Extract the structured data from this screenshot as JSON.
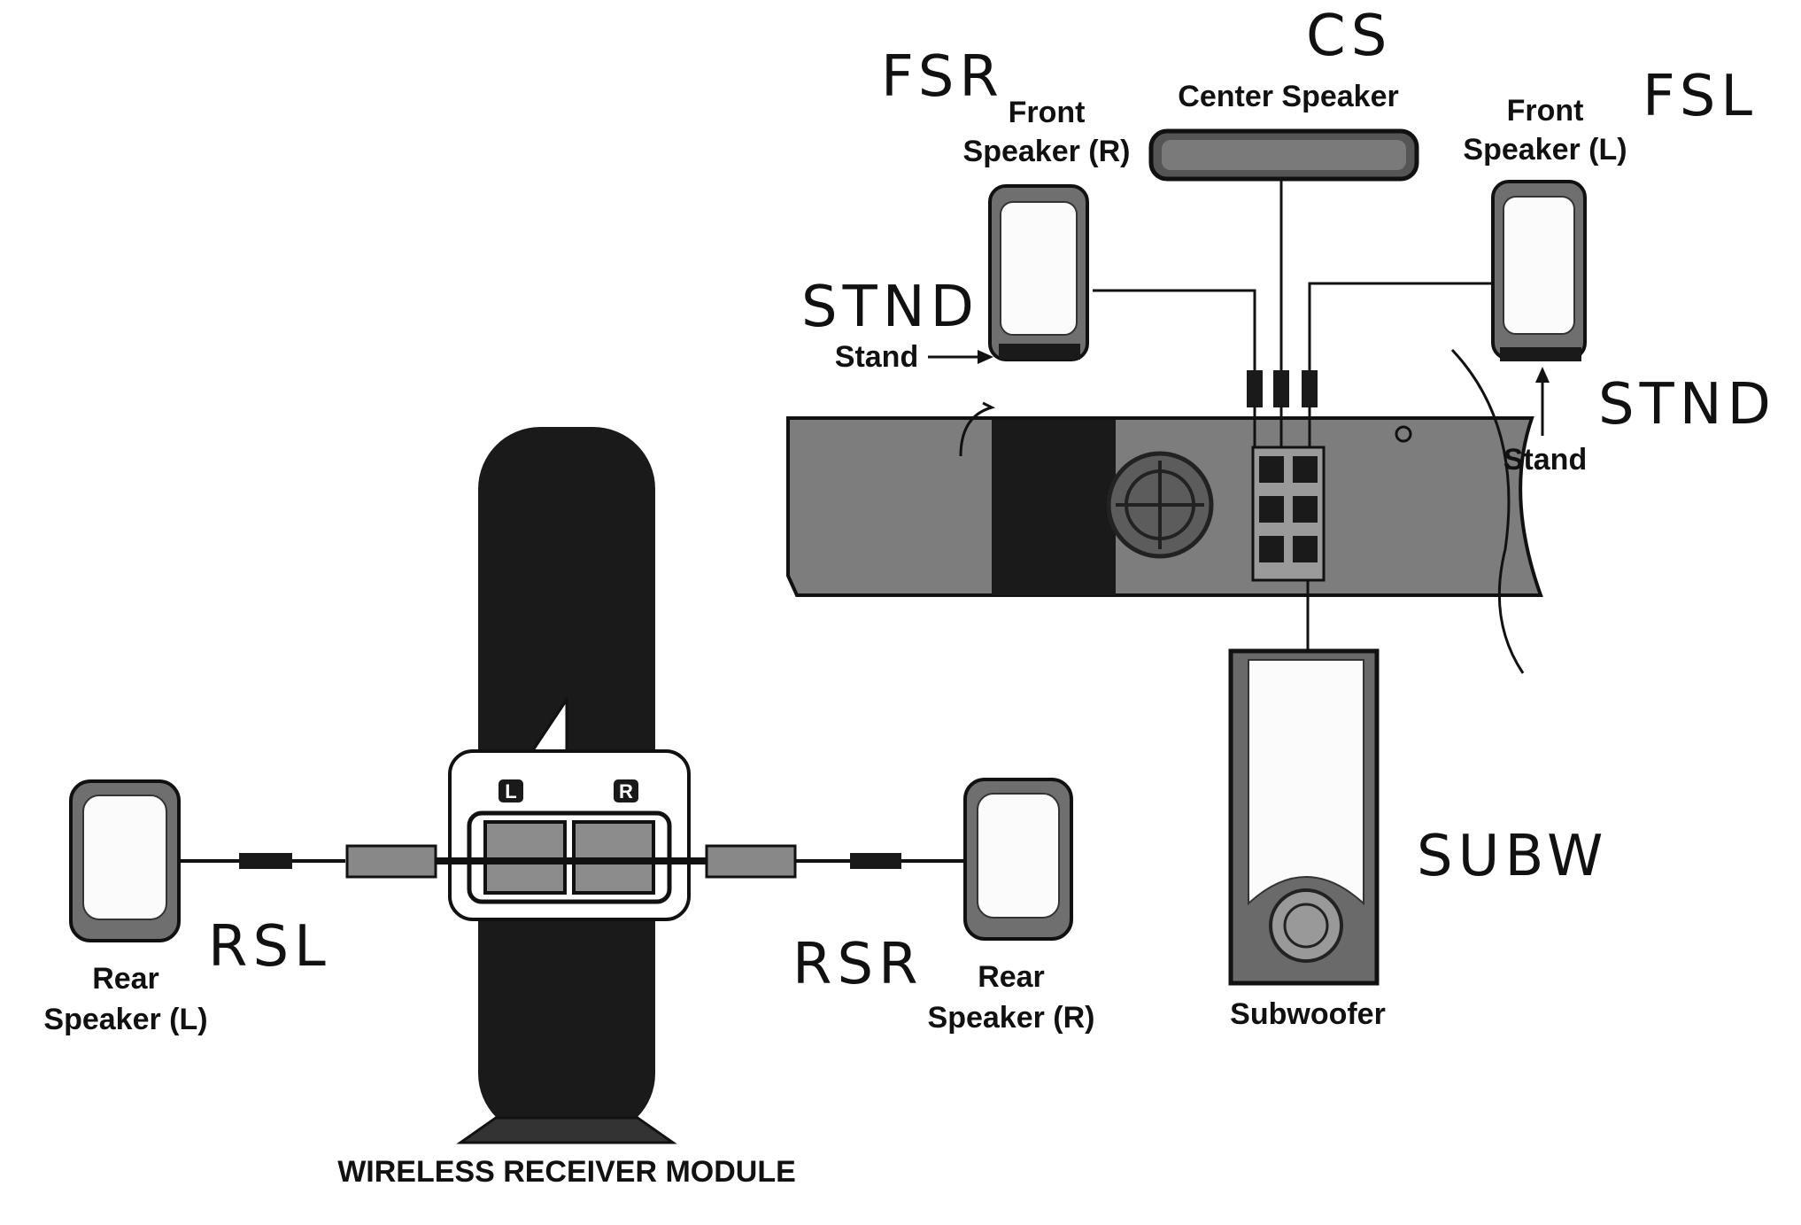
{
  "labels": {
    "front_speaker_r": [
      "Front",
      "Speaker (R)"
    ],
    "center_speaker": "Center Speaker",
    "front_speaker_l": [
      "Front",
      "Speaker (L)"
    ],
    "stand_left": "Stand",
    "stand_right": "Stand",
    "rear_speaker_l": [
      "Rear",
      "Speaker (L)"
    ],
    "rear_speaker_r": [
      "Rear",
      "Speaker (R)"
    ],
    "subwoofer": "Subwoofer",
    "receiver_module": "WIRELESS RECEIVER MODULE",
    "port_l": "L",
    "port_r": "R"
  },
  "handwritten": {
    "fsr": "FSR",
    "cs": "CS",
    "fsl": "FSL",
    "stnd_left": "STND",
    "stnd_right": "STND",
    "rsl": "RSL",
    "rsr": "RSR",
    "subw": "SUBW"
  }
}
